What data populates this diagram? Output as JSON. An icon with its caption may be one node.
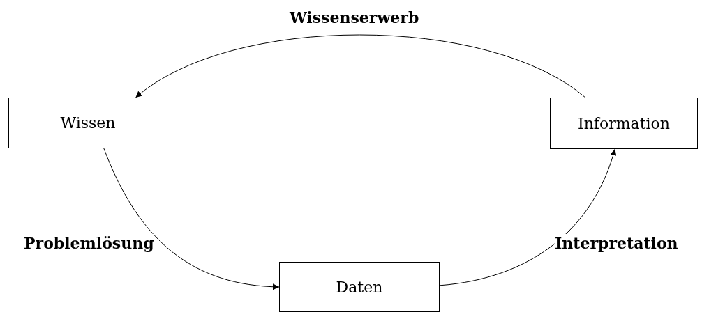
{
  "diagram": {
    "nodes": [
      {
        "text": [
          "Wissen"
        ]
      },
      {
        "text": [
          "Information"
        ]
      },
      {
        "text": [
          "Daten"
        ]
      }
    ],
    "edges": [
      {
        "from": 1,
        "to": 0,
        "arrow": "to",
        "label": "Wissenserwerb"
      },
      {
        "from": 0,
        "to": 2,
        "arrow": "to",
        "label": "Problemlösung"
      },
      {
        "from": 2,
        "to": 1,
        "arrow": "to",
        "label": "Interpretation"
      }
    ]
  }
}
